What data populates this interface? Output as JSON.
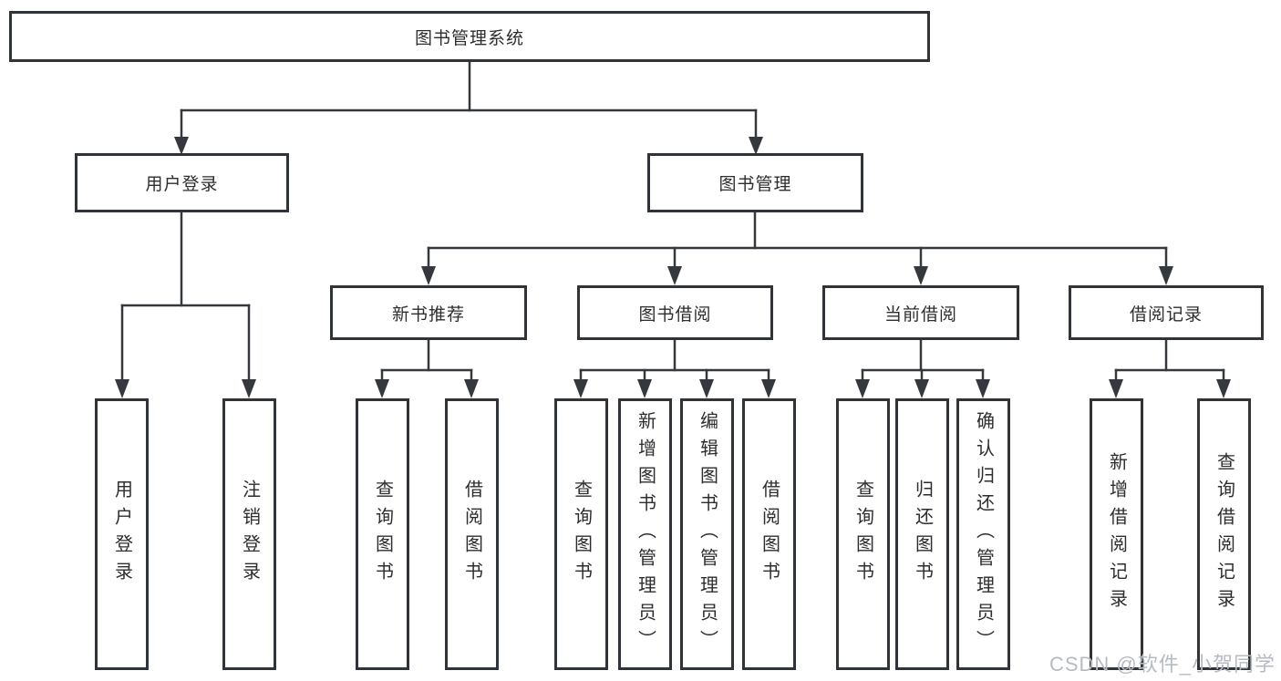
{
  "diagram": {
    "root": "图书管理系统",
    "branches": {
      "user_login": "用户登录",
      "book_management": "图书管理"
    },
    "modules": {
      "new_book": "新书推荐",
      "borrowing": "图书借阅",
      "current": "当前借阅",
      "records": "借阅记录"
    },
    "leaves": {
      "login": "用户登录",
      "logout": "注销登录",
      "nb_query": "查询图书",
      "nb_borrow": "借阅图书",
      "bw_query": "查询图书",
      "bw_add": "新增图书（管理员）",
      "bw_edit": "编辑图书（管理员）",
      "bw_borrow": "借阅图书",
      "cu_query": "查询图书",
      "cu_return": "归还图书",
      "cu_confirm": "确认归还（管理员）",
      "rc_add": "新增借阅记录",
      "rc_query": "查询借阅记录"
    },
    "line_color": "#35383c"
  },
  "watermark": {
    "text": "CSDN @软件_小贺同学",
    "color": "#b6bbc3"
  }
}
